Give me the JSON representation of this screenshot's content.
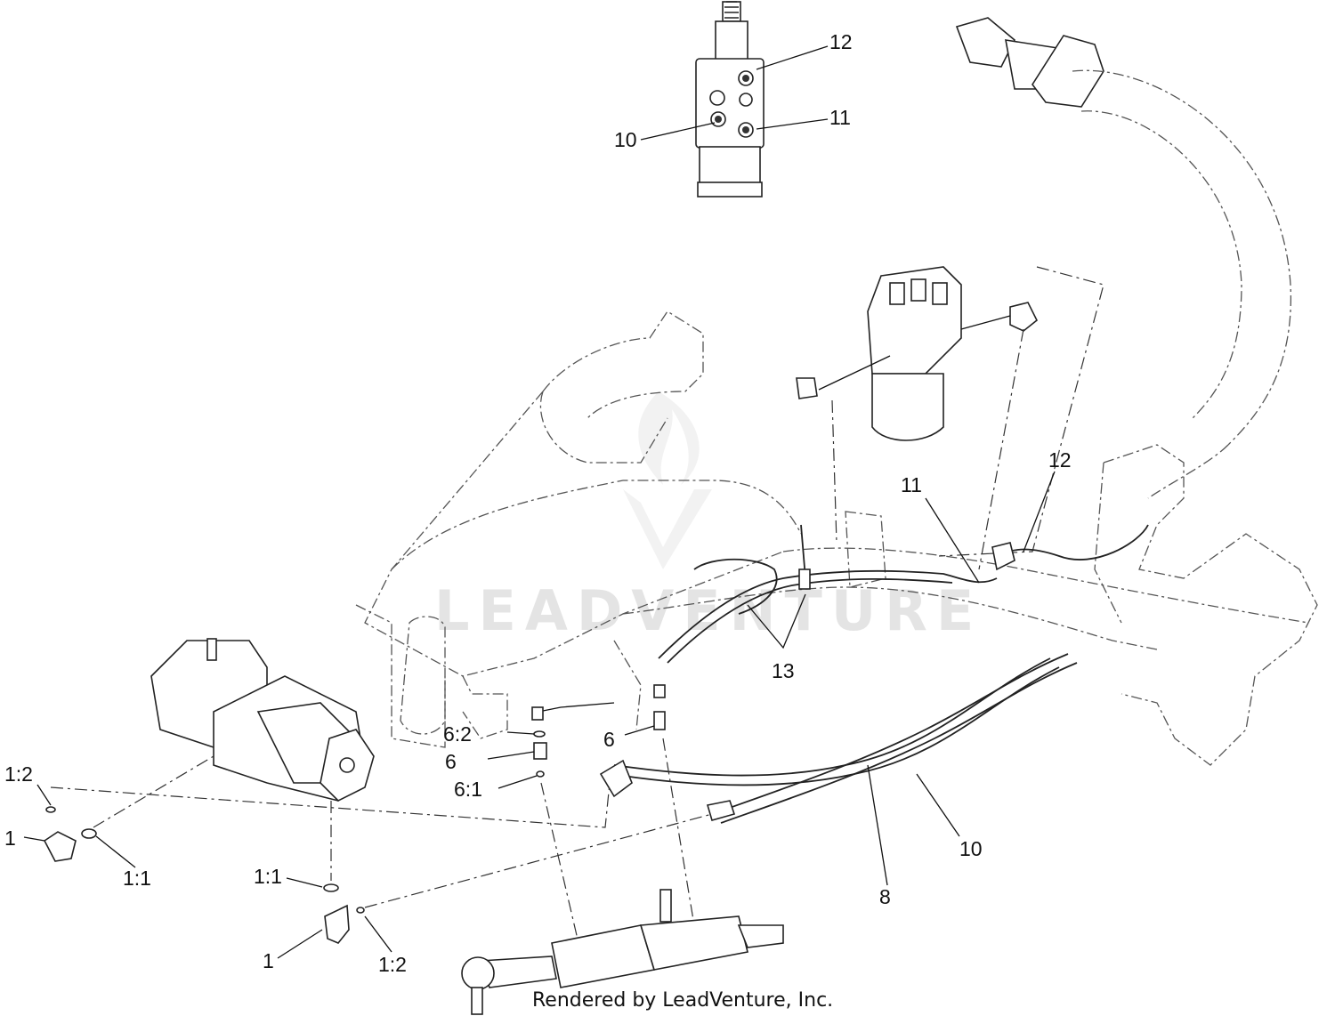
{
  "watermark": "LEADVENTURE",
  "footer": "Rendered by LeadVenture, Inc.",
  "labels": {
    "top_12": "12",
    "top_11": "11",
    "top_10": "10",
    "mid_11": "11",
    "mid_12": "12",
    "c13": "13",
    "l6_2": "6:2",
    "l6_a": "6",
    "l6_1": "6:1",
    "l6_b": "6",
    "l10": "10",
    "l8": "8",
    "l1_2a": "1:2",
    "l1a": "1",
    "l1_1a": "1:1",
    "l1_1b": "1:1",
    "l1b": "1",
    "l1_2b": "1:2"
  }
}
